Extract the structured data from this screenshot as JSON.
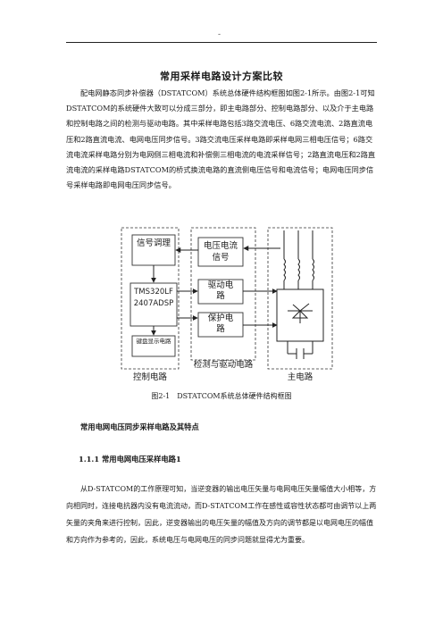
{
  "header": {
    "mark": "-"
  },
  "title": "常用采样电路设计方案比较",
  "intro_paragraph": "配电网静态同步补偿器（DSTATCOM）系统总体硬件结构框图如图2-1所示。由图2-1可知DSTATCOM的系统硬件大致可以分成三部分，即主电路部分、控制电路部分、以及介于主电路和控制电路之间的检测与驱动电路。其中采样电路包括3路交流电压、6路交流电流、2路直流电压和2路直流电流、电网电压同步信号。3路交流电压采样电路即采样电网三相电压信号；6路交流电流采样电路分别为电网侧三相电流和补偿侧三相电流的电流采样信号；2路直流电压和2路直流电流的采样电路DSTATCOM的桥式换流电路的直流侧电压信号和电流信号；电网电压同步信号采样电路即电网电压同步信号。",
  "diagram": {
    "blocks": {
      "signal_conditioning": "信号调理",
      "dsp": "TMS320LF2407ADSP",
      "keyboard_display": "键盘显示电路",
      "voltage_current_signal": "电压电流信号",
      "drive_circuit": "驱动电路",
      "protection_circuit": "保护电路"
    },
    "groups": {
      "control": "控制电路",
      "detect_drive": "检测与驱动电路",
      "main": "主电路"
    }
  },
  "caption": "图2-1　DSTATCOM系统总体硬件结构框图",
  "section_heading": "常用电网电压同步采样电路及其特点",
  "subsection_heading": "1.1.1 常用电网电压采样电路1",
  "body_paragraph": "从D-STATCOM的工作原理可知，当逆变器的输出电压矢量与电网电压矢量幅值大小相等，方向相同时，连接电抗器内没有电流流动，而D-STATCOM工作在感性或容性状态都可由调节以上两矢量的夹角来进行控制，因此，逆变器输出的电压矢量的幅值及方向的调节都是以电网电压的幅值和方向作为参考的，因此，系统电压与电网电压的同步问题就显得尤为重要。"
}
